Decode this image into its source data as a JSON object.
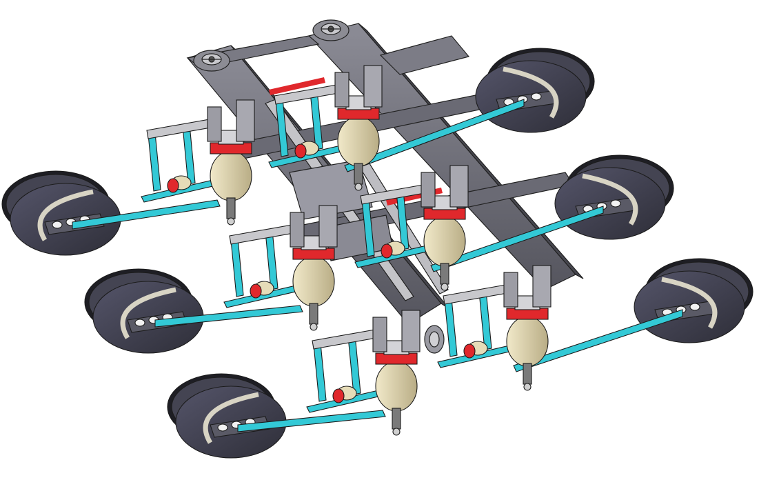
{
  "scene": {
    "background": "#ffffff",
    "colors": {
      "frame_steel": "#6e6e78",
      "frame_dark": "#4a4a52",
      "frame_light": "#9a9aa4",
      "bracket_cyan": "#33c9d6",
      "disc_dark": "#3e3e4a",
      "disc_rim": "#1e1e24",
      "motor_cream": "#e6dcb8",
      "motor_shade": "#b8ac86",
      "accent_red": "#e0282c",
      "metal_light": "#d4d4d8",
      "rail_silver": "#c8c8cc"
    },
    "modules": [
      {
        "id": "module-top-left"
      },
      {
        "id": "module-top-right"
      },
      {
        "id": "module-mid-left"
      },
      {
        "id": "module-mid-right"
      },
      {
        "id": "module-center"
      },
      {
        "id": "module-bottom-right"
      },
      {
        "id": "module-bottom-left"
      }
    ],
    "handwheels": [
      {
        "id": "handwheel-left"
      },
      {
        "id": "handwheel-right"
      },
      {
        "id": "handwheel-center"
      }
    ]
  }
}
